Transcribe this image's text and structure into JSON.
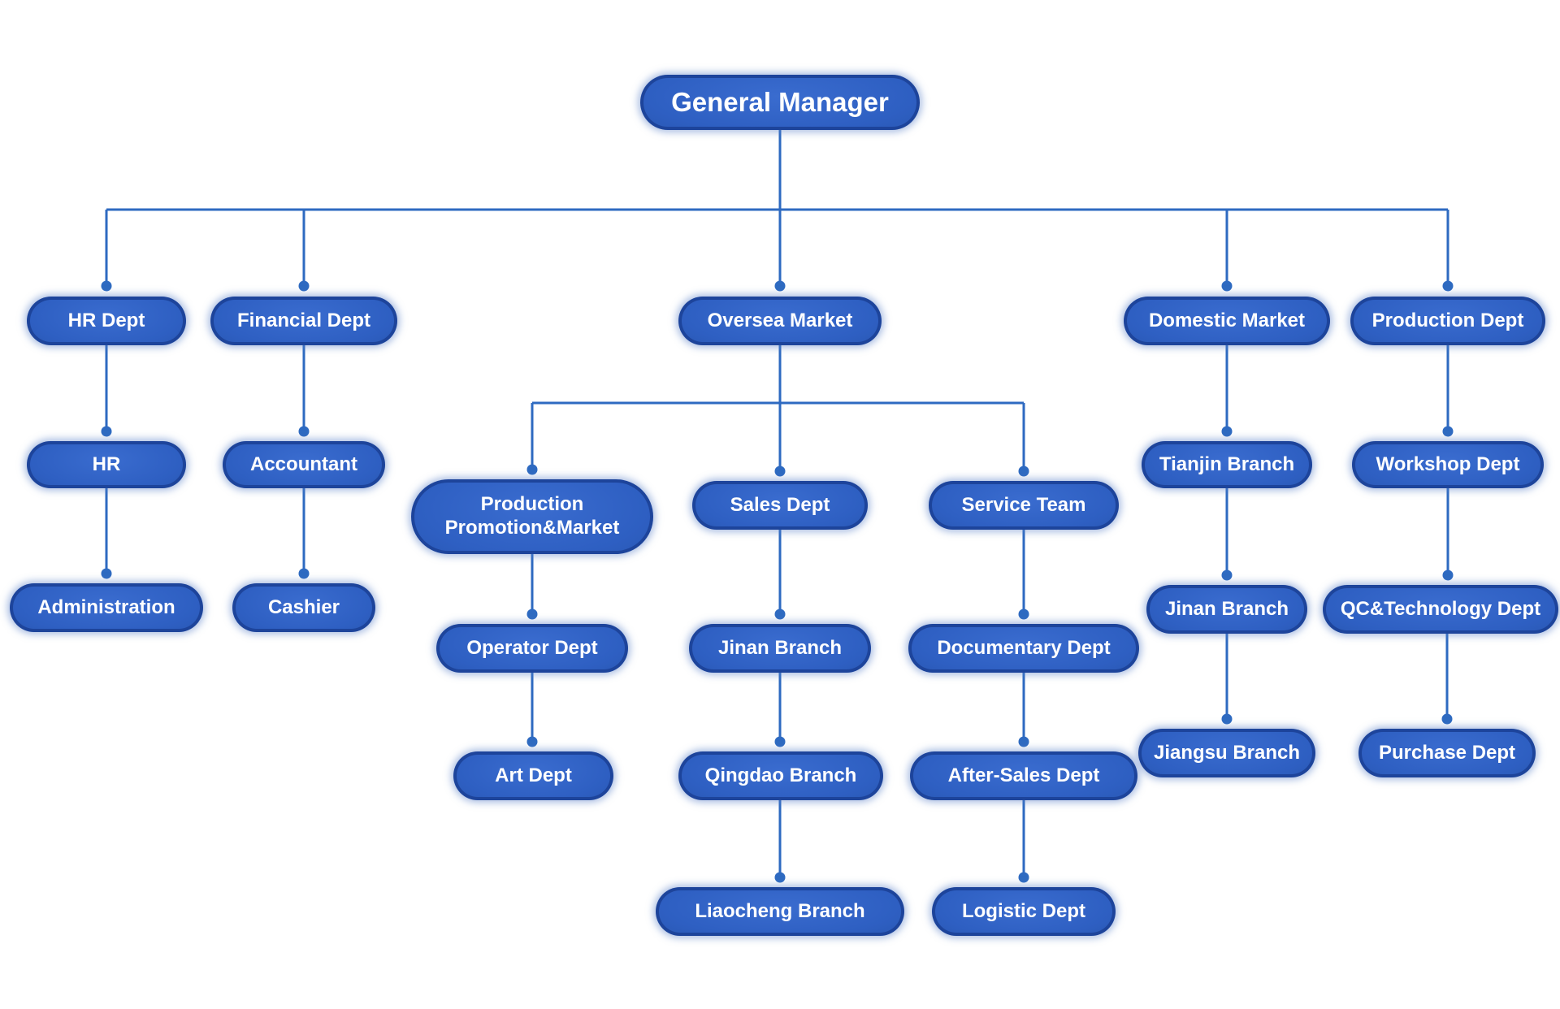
{
  "nodes": {
    "general_manager": "General Manager",
    "hr_dept": "HR Dept",
    "financial_dept": "Financial Dept",
    "oversea_market": "Oversea Market",
    "domestic_market": "Domestic Market",
    "production_dept": "Production Dept",
    "hr": "HR",
    "accountant": "Accountant",
    "administration": "Administration",
    "cashier": "Cashier",
    "production_promotion_market": "Production Promotion&Market",
    "sales_dept": "Sales Dept",
    "service_team": "Service Team",
    "operator_dept": "Operator Dept",
    "art_dept": "Art Dept",
    "jinan_branch_sales": "Jinan Branch",
    "qingdao_branch": "Qingdao Branch",
    "liaocheng_branch": "Liaocheng Branch",
    "documentary_dept": "Documentary Dept",
    "after_sales_dept": "After-Sales Dept",
    "logistic_dept": "Logistic Dept",
    "tianjin_branch": "Tianjin Branch",
    "jinan_branch_domestic": "Jinan Branch",
    "jiangsu_branch": "Jiangsu Branch",
    "workshop_dept": "Workshop Dept",
    "qc_technology_dept": "QC&Technology Dept",
    "purchase_dept": "Purchase Dept"
  },
  "hierarchy": {
    "general_manager": [
      "hr_dept",
      "financial_dept",
      "oversea_market",
      "domestic_market",
      "production_dept"
    ],
    "hr_dept": [
      "hr"
    ],
    "hr": [
      "administration"
    ],
    "financial_dept": [
      "accountant"
    ],
    "accountant": [
      "cashier"
    ],
    "oversea_market": [
      "production_promotion_market",
      "sales_dept",
      "service_team"
    ],
    "production_promotion_market": [
      "operator_dept"
    ],
    "operator_dept": [
      "art_dept"
    ],
    "sales_dept": [
      "jinan_branch_sales"
    ],
    "jinan_branch_sales": [
      "qingdao_branch"
    ],
    "qingdao_branch": [
      "liaocheng_branch"
    ],
    "service_team": [
      "documentary_dept"
    ],
    "documentary_dept": [
      "after_sales_dept"
    ],
    "after_sales_dept": [
      "logistic_dept"
    ],
    "domestic_market": [
      "tianjin_branch"
    ],
    "tianjin_branch": [
      "jinan_branch_domestic"
    ],
    "jinan_branch_domestic": [
      "jiangsu_branch"
    ],
    "production_dept": [
      "workshop_dept"
    ],
    "workshop_dept": [
      "qc_technology_dept"
    ],
    "qc_technology_dept": [
      "purchase_dept"
    ]
  },
  "colors": {
    "node_fill": "#2e5fc2",
    "node_edge": "#1d449b",
    "connector": "#2e6ac1",
    "text": "#ffffff",
    "background": "#ffffff"
  }
}
